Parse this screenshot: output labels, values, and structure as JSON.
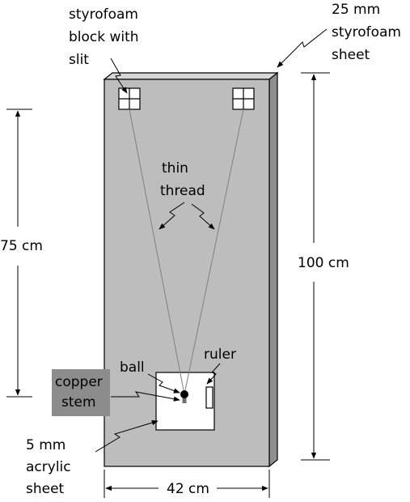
{
  "labels": {
    "styrofoam_block_line1": "styrofoam",
    "styrofoam_block_line2": "block with",
    "styrofoam_block_line3": "slit",
    "styrofoam_sheet_line1": "25 mm",
    "styrofoam_sheet_line2": "styrofoam",
    "styrofoam_sheet_line3": "sheet",
    "thread_line1": "thin",
    "thread_line2": "thread",
    "height_left": "75 cm",
    "height_right": "100 cm",
    "ruler": "ruler",
    "ball": "ball",
    "copper_line1": "copper",
    "copper_line2": "stem",
    "acrylic_line1": "5 mm",
    "acrylic_line2": "acrylic",
    "acrylic_line3": "sheet",
    "width_bottom": "42 cm"
  },
  "colors": {
    "board_face": "#bdbdbd",
    "board_side": "#8f8f8f",
    "board_top": "#d6d6d6",
    "copper_box": "#8c8c8c",
    "thread": "#7f7f7f",
    "ball": "#000000"
  }
}
